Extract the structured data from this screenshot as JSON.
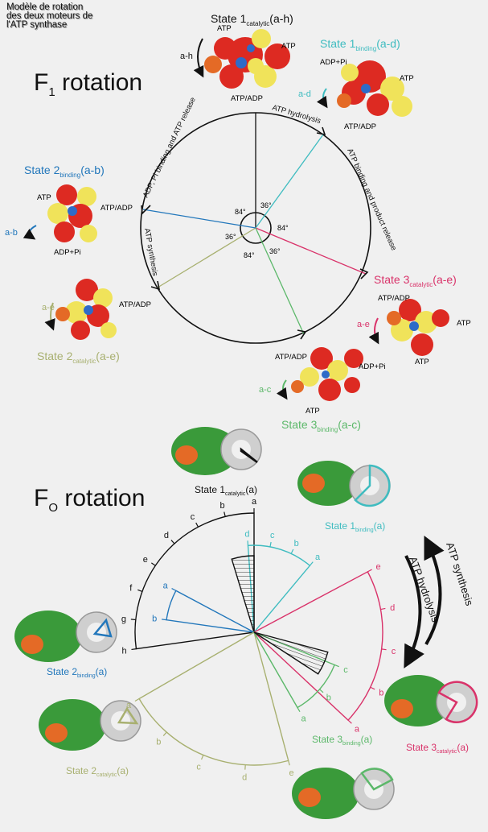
{
  "title": {
    "line1": "Modèle de rotation",
    "line2": "des deux moteurs de",
    "line3": "l'ATP synthase"
  },
  "colors": {
    "black": "#111111",
    "cyan": "#3fbcc0",
    "blue": "#2277bb",
    "olive": "#a8b070",
    "magenta": "#d9336a",
    "green": "#5cb86a",
    "red_subunit": "#dd2a22",
    "yellow_subunit": "#f0e35a",
    "ring_gray": "#cfcfcf"
  },
  "f1": {
    "heading_main": "F",
    "heading_sub": "1",
    "heading_rest": " rotation",
    "arc_labels": {
      "pi_binding": "ADP, Pi binding and ATP release",
      "hydrolysis": "ATP hydrolysis",
      "binding_release": "ATP binding and product release",
      "synthesis": "ATP synthesis"
    },
    "angles": {
      "a84_top": "84°",
      "a36_top": "36°",
      "a84_right": "84°",
      "a36_left": "36°",
      "a84_bottom": "84°",
      "a36_bottom": "36°"
    },
    "states": {
      "s1_cat": {
        "name": "State 1",
        "sub": "catalytic",
        "range": "(a-h)",
        "arrow": "a-h",
        "atp_left": "ATP",
        "atp_right": "ATP",
        "atp_adp": "ATP/ADP"
      },
      "s1_bind": {
        "name": "State 1",
        "sub": "binding",
        "range": "(a-d)",
        "arrow": "a-d",
        "adppi": "ADP+Pi",
        "atp": "ATP",
        "atp_adp": "ATP/ADP"
      },
      "s2_bind": {
        "name": "State 2",
        "sub": "binding",
        "range": "(a-b)",
        "arrow": "a-b",
        "atp": "ATP",
        "atp_adp": "ATP/ADP",
        "adppi": "ADP+Pi"
      },
      "s2_cat": {
        "name": "State 2",
        "sub": "catalytic",
        "range": "(a-e)",
        "arrow": "a-e",
        "atp_adp": "ATP/ADP"
      },
      "s3_cat": {
        "name": "State 3",
        "sub": "catalytic",
        "range": "(a-e)",
        "arrow": "a-e",
        "atp_adp": "ATP/ADP",
        "atp": "ATP",
        "atp2": "ATP"
      },
      "s3_bind": {
        "name": "State 3",
        "sub": "binding",
        "range": "(a-c)",
        "arrow": "a-c",
        "atp_adp": "ATP/ADP",
        "adppi": "ADP+Pi",
        "atp": "ATP"
      }
    }
  },
  "fo": {
    "heading_main": "F",
    "heading_sub": "O",
    "heading_rest": " rotation",
    "states": {
      "s1_cat": {
        "name": "State 1",
        "sub": "catalytic",
        "range": "(a)"
      },
      "s1_bind": {
        "name": "State 1",
        "sub": "binding",
        "range": "(a)"
      },
      "s2_bind": {
        "name": "State 2",
        "sub": "binding",
        "range": "(a)"
      },
      "s2_cat": {
        "name": "State 2",
        "sub": "catalytic",
        "range": "(a)"
      },
      "s3_bind": {
        "name": "State 3",
        "sub": "binding",
        "range": "(a)"
      },
      "s3_cat": {
        "name": "State 3",
        "sub": "catalytic",
        "range": "(a)"
      }
    },
    "ticks": {
      "black": [
        "a",
        "b",
        "c",
        "d",
        "e",
        "f",
        "g",
        "h"
      ],
      "cyan": [
        "a",
        "b",
        "c",
        "d"
      ],
      "blue": [
        "a",
        "b"
      ],
      "magenta": [
        "a",
        "b",
        "c",
        "d",
        "e"
      ],
      "green": [
        "a",
        "b",
        "c"
      ],
      "olive": [
        "a",
        "b",
        "c",
        "d",
        "e"
      ]
    },
    "side_labels": {
      "synthesis": "ATP synthesis",
      "hydrolysis": "ATP hydrolysis"
    }
  }
}
